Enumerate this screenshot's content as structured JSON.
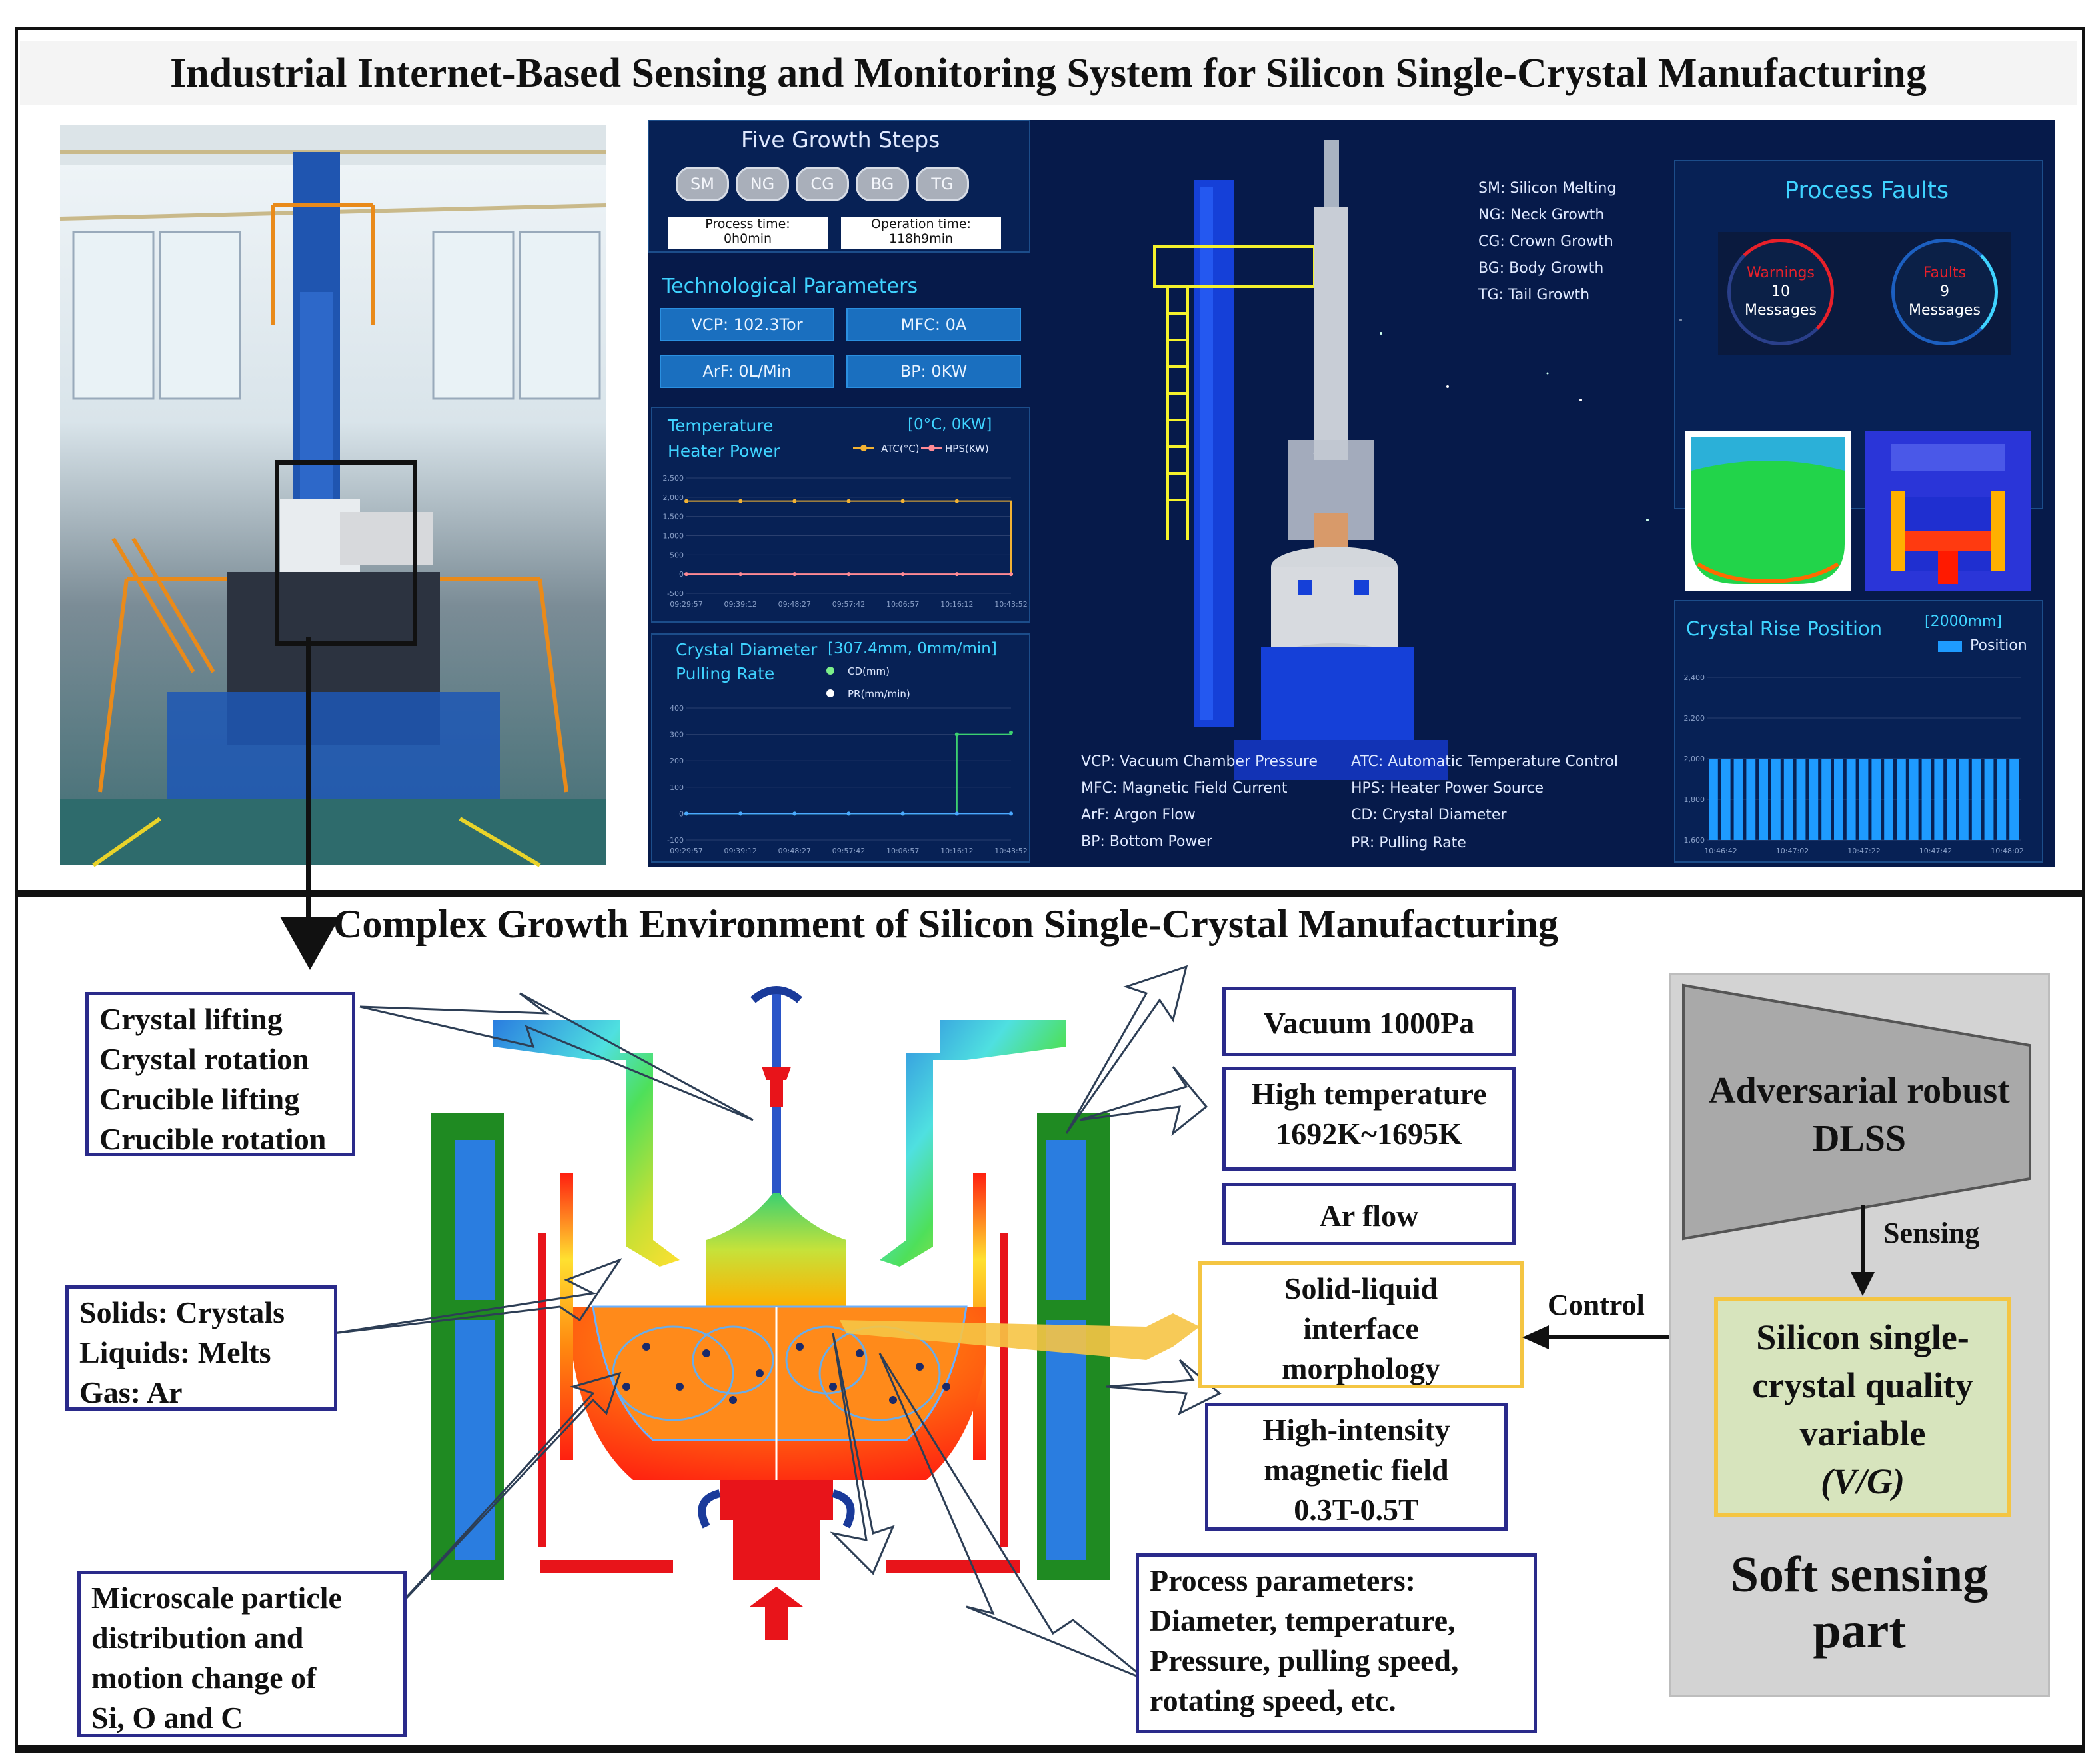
{
  "header": {
    "title": "Industrial Internet-Based Sensing and Monitoring System for Silicon Single-Crystal Manufacturing"
  },
  "dashboard": {
    "steps_title": "Five Growth Steps",
    "steps": [
      "SM",
      "NG",
      "CG",
      "BG",
      "TG"
    ],
    "process_time_label": "Process time:",
    "process_time_value": "0h0min",
    "operation_time_label": "Operation time:",
    "operation_time_value": "118h9min",
    "tech_title": "Technological Parameters",
    "params": [
      "VCP: 102.3Tor",
      "MFC: 0A",
      "ArF: 0L/Min",
      "BP: 0KW"
    ],
    "temp_chart": {
      "title1": "Temperature",
      "title2": "Heater Power",
      "range": "[0°C, 0KW]",
      "legend1": "ATC(°C)",
      "legend2": "HPS(KW)",
      "yticks": [
        "2,500",
        "2,000",
        "1,500",
        "1,000",
        "500",
        "0",
        "-500"
      ],
      "xticks": [
        "09:29:57",
        "09:39:12",
        "09:48:27",
        "09:57:42",
        "10:06:57",
        "10:16:12",
        "10:43:52"
      ]
    },
    "diam_chart": {
      "title1": "Crystal Diameter",
      "title2": "Pulling Rate",
      "range": "[307.4mm, 0mm/min]",
      "legend1": "CD(mm)",
      "legend2": "PR(mm/min)",
      "yticks": [
        "400",
        "300",
        "200",
        "100",
        "0",
        "-100"
      ],
      "xticks": [
        "09:29:57",
        "09:39:12",
        "09:48:27",
        "09:57:42",
        "10:06:57",
        "10:16:12",
        "10:43:52"
      ]
    },
    "abbrev_top": [
      "SM: Silicon Melting",
      "NG: Neck Growth",
      "CG: Crown Growth",
      "BG: Body Growth",
      "TG: Tail Growth"
    ],
    "abbrev_bottom_left": [
      "VCP: Vacuum Chamber Pressure",
      "MFC: Magnetic Field Current",
      "ArF: Argon Flow",
      "BP: Bottom Power"
    ],
    "abbrev_bottom_right": [
      "ATC: Automatic Temperature Control",
      "HPS: Heater Power Source",
      "CD: Crystal Diameter",
      "PR: Pulling Rate"
    ],
    "faults_title": "Process Faults",
    "warnings_label": "Warnings",
    "warnings_count": "10",
    "warnings_unit": "Messages",
    "faults_label": "Faults",
    "faults_count": "9",
    "faults_unit": "Messages",
    "rise_title": "Crystal Rise Position",
    "rise_range": "[2000mm]",
    "rise_legend": "Position",
    "rise_yticks": [
      "2,400",
      "2,200",
      "2,000",
      "1,800",
      "1,600"
    ],
    "rise_xticks": [
      "10:46:42",
      "10:47:02",
      "10:47:22",
      "10:47:42",
      "10:48:02"
    ],
    "colors": {
      "dash_bg": "#061a4a",
      "accent": "#3fd3ff",
      "warning": "#e8202a",
      "bars": "#1e9bff"
    }
  },
  "chart_data": [
    {
      "type": "line",
      "title": "Temperature Heater Power",
      "x": [
        "09:29:57",
        "09:39:12",
        "09:48:27",
        "09:57:42",
        "10:06:57",
        "10:16:12",
        "10:43:52"
      ],
      "ylim": [
        -500,
        2500
      ],
      "series": [
        {
          "name": "ATC(°C)",
          "values": [
            1900,
            1900,
            1900,
            1900,
            1900,
            1900,
            0
          ]
        },
        {
          "name": "HPS(KW)",
          "values": [
            0,
            0,
            0,
            0,
            0,
            0,
            0
          ]
        }
      ]
    },
    {
      "type": "line",
      "title": "Crystal Diameter Pulling Rate",
      "x": [
        "09:29:57",
        "09:39:12",
        "09:48:27",
        "09:57:42",
        "10:06:57",
        "10:16:12",
        "10:43:52"
      ],
      "ylim": [
        -100,
        400
      ],
      "series": [
        {
          "name": "CD(mm)",
          "values": [
            0,
            0,
            0,
            0,
            0,
            300,
            307
          ]
        },
        {
          "name": "PR(mm/min)",
          "values": [
            0,
            0,
            0,
            0,
            0,
            0,
            0
          ]
        }
      ]
    },
    {
      "type": "bar",
      "title": "Crystal Rise Position",
      "ylim": [
        1600,
        2400
      ],
      "series": [
        {
          "name": "Position",
          "values": [
            2000,
            2000,
            2000,
            2000,
            2000,
            2000,
            2000,
            2000,
            2000,
            2000,
            2000,
            2000,
            2000,
            2000,
            2000,
            2000,
            2000,
            2000,
            2000,
            2000,
            2000,
            2000,
            2000,
            2000,
            2000
          ]
        }
      ]
    }
  ],
  "environment": {
    "title": "Complex Growth Environment of Silicon Single-Crystal Manufacturing",
    "motion_lines": [
      "Crystal lifting",
      "Crystal rotation",
      "Crucible lifting",
      "Crucible rotation"
    ],
    "phases_lines": [
      "Solids: Crystals",
      "Liquids: Melts",
      "Gas: Ar"
    ],
    "particle_lines": [
      "Microscale particle",
      "distribution and",
      "motion change of",
      "Si, O and C"
    ],
    "vacuum": "Vacuum 1000Pa",
    "temperature_lines": [
      "High temperature",
      "1692K~1695K"
    ],
    "ar_flow": "Ar flow",
    "interface_lines": [
      "Solid-liquid",
      "interface",
      "morphology"
    ],
    "magnetic_lines": [
      "High-intensity",
      "magnetic field",
      "0.3T-0.5T"
    ],
    "process_lines": [
      "Process parameters:",
      "Diameter, temperature,",
      "Pressure, pulling speed,",
      "rotating speed, etc."
    ],
    "control_label": "Control"
  },
  "soft_sensing": {
    "model_lines": [
      "Adversarial robust",
      "DLSS"
    ],
    "sensing_label": "Sensing",
    "quality_lines": [
      "Silicon single-",
      "crystal quality",
      "variable",
      "(V/G)"
    ],
    "part_lines": [
      "Soft sensing",
      "part"
    ]
  }
}
